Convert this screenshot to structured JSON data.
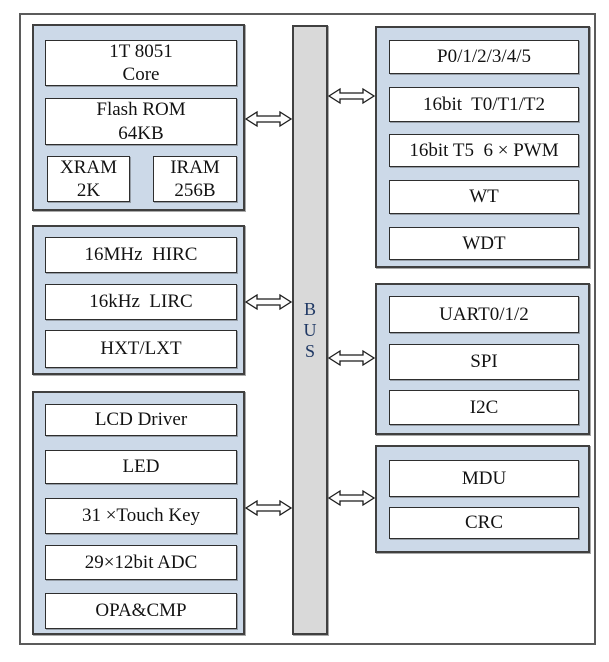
{
  "diagram_type": "mcu-block-diagram",
  "colors": {
    "group_fill": "#ccd9e8",
    "bus_fill": "#d9d9d9",
    "bus_text": "#1f3864",
    "box_fill": "#ffffff",
    "border": "#404040"
  },
  "bus": {
    "label": "B\nU\nS"
  },
  "icons": {
    "bus_arrow": "double-headed-horizontal-arrow"
  },
  "groups": {
    "left_top": {
      "boxes": [
        {
          "label": "1T 8051\nCore"
        },
        {
          "label": "Flash ROM\n64KB"
        },
        {
          "label": "XRAM\n2K"
        },
        {
          "label": "IRAM\n256B"
        }
      ]
    },
    "left_middle": {
      "boxes": [
        {
          "label": "16MHz  HIRC"
        },
        {
          "label": "16kHz  LIRC"
        },
        {
          "label": "HXT/LXT"
        }
      ]
    },
    "left_bottom": {
      "boxes": [
        {
          "label": "LCD Driver"
        },
        {
          "label": "LED"
        },
        {
          "label": "31 ×Touch Key"
        },
        {
          "label": "29×12bit ADC"
        },
        {
          "label": "OPA&CMP"
        }
      ]
    },
    "right_top": {
      "boxes": [
        {
          "label": "P0/1/2/3/4/5"
        },
        {
          "label": "16bit  T0/T1/T2"
        },
        {
          "label": "16bit T5  6 × PWM"
        },
        {
          "label": "WT"
        },
        {
          "label": "WDT"
        }
      ]
    },
    "right_middle": {
      "boxes": [
        {
          "label": "UART0/1/2"
        },
        {
          "label": "SPI"
        },
        {
          "label": "I2C"
        }
      ]
    },
    "right_bottom": {
      "boxes": [
        {
          "label": "MDU"
        },
        {
          "label": "CRC"
        }
      ]
    }
  }
}
